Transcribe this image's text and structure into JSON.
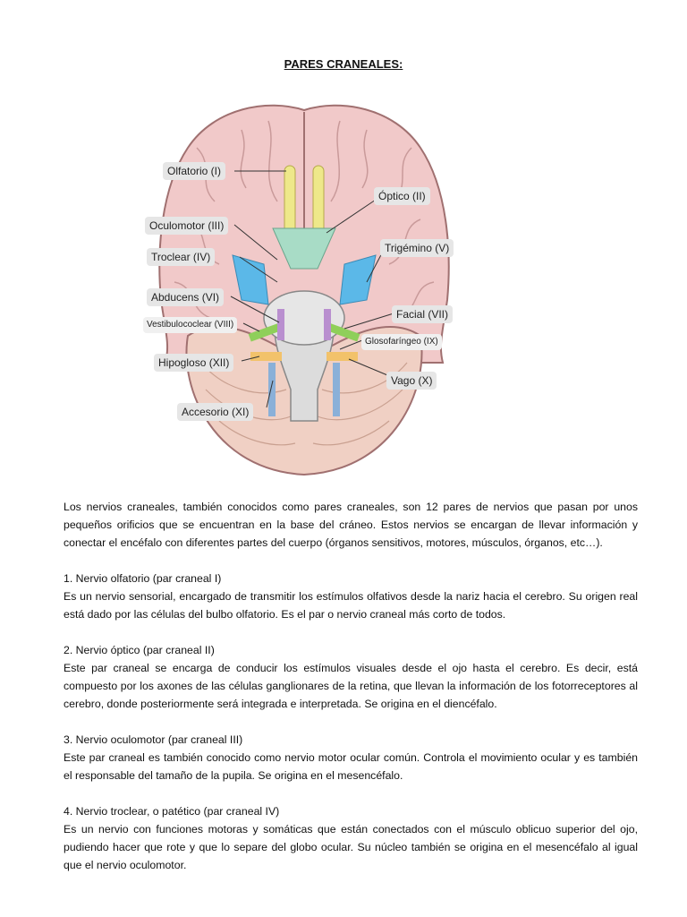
{
  "document": {
    "title": "PARES CRANEALES:",
    "figure_labels": {
      "olfatorio": "Olfatorio (I)",
      "optico": "Óptico (II)",
      "oculomotor": "Oculomotor (III)",
      "trigemino": "Trigémino (V)",
      "troclear": "Troclear (IV)",
      "abducens": "Abducens (VI)",
      "facial": "Facial (VII)",
      "vestibulococlear": "Vestibulococlear (VIII)",
      "glosofaringeo": "Glosofaríngeo (IX)",
      "hipogloso": "Hipogloso (XII)",
      "vago": "Vago (X)",
      "accesorio": "Accesorio (XI)"
    },
    "intro": "Los nervios craneales, también conocidos como pares craneales, son 12 pares de nervios que pasan por unos pequeños orificios que se encuentran en la base del cráneo. Estos nervios se encargan de llevar información y conectar el encéfalo con diferentes partes del cuerpo (órganos sensitivos, motores, músculos, órganos, etc…).",
    "sections": [
      {
        "heading": "1. Nervio olfatorio (par craneal I)",
        "body": "Es un nervio sensorial, encargado de transmitir los estímulos olfativos desde la nariz hacia el cerebro. Su origen real está dado por las células del bulbo olfatorio. Es el par o nervio craneal más corto de todos."
      },
      {
        "heading": "2. Nervio óptico (par craneal II)",
        "body": "Este par craneal se encarga de conducir los estímulos visuales desde el ojo hasta el cerebro. Es decir, está compuesto por los axones de las células ganglionares de la retina, que llevan la información de los fotorreceptores al cerebro, donde posteriormente será integrada e interpretada. Se origina en el diencéfalo."
      },
      {
        "heading": "3. Nervio oculomotor (par craneal III)",
        "body": "Este par craneal es también conocido como nervio motor ocular común. Controla el movimiento ocular y es también el responsable del tamaño de la pupila. Se origina en el mesencéfalo."
      },
      {
        "heading": "4. Nervio troclear, o patético (par craneal IV)",
        "body": "Es un nervio con funciones motoras y somáticas que están conectados con el músculo oblicuo superior del ojo, pudiendo hacer que rote y que lo separe del globo ocular. Su núcleo también se origina en el mesencéfalo al igual que el nervio oculomotor."
      }
    ]
  }
}
